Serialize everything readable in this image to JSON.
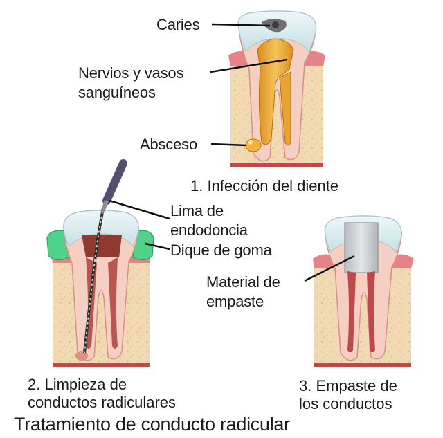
{
  "title": "Tratamiento de conducto radicular",
  "steps": [
    {
      "caption": "1. Infección del diente",
      "labels": {
        "caries": "Caries",
        "nerves": "Nervios y vasos\nsanguíneos",
        "abscess": "Absceso"
      }
    },
    {
      "caption": "2. Limpieza de\nconductos radiculares",
      "labels": {
        "file": "Lima de\nendodoncia",
        "dam": "Dique de goma"
      }
    },
    {
      "caption": "3. Empaste de\nlos conductos",
      "labels": {
        "filling": "Material de\nempaste"
      }
    }
  ],
  "colors": {
    "bone": "#f1d9b4",
    "gum": "#e8828a",
    "dentin": "#f6cfc3",
    "enamel": "#d3e9ec",
    "pulp_infected": "#e6a531",
    "canal": "#c0484d",
    "rubber_dam": "#4fd28a",
    "filling": "#c9cdd1",
    "file_handle": "#564e6e"
  }
}
